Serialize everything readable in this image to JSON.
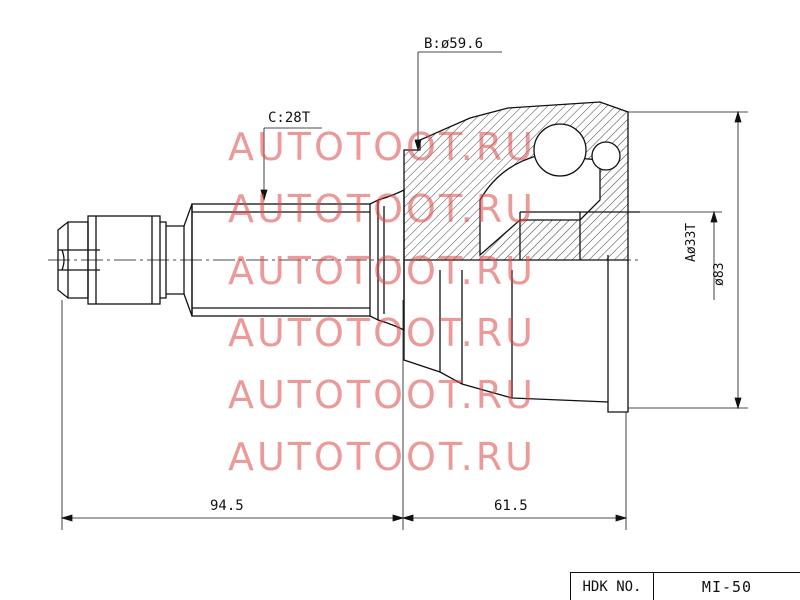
{
  "annotations": {
    "b_diameter": "B:ø59.6",
    "c_spline": "C:28T",
    "a_spline": "Aø33T",
    "outer_diameter": "ø83",
    "shaft_length": "94.5",
    "body_length": "61.5"
  },
  "title_block": {
    "label": "HDK NO.",
    "part_number": "MI-50"
  },
  "watermark": {
    "text": "AUTOTOOT.RU",
    "color": "#e06060"
  },
  "colors": {
    "line": "#111111",
    "background": "#ffffff"
  }
}
